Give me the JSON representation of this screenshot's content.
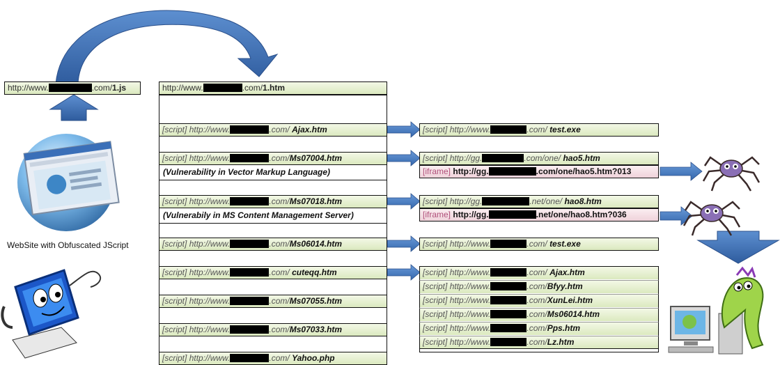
{
  "top_left_url": {
    "prefix": "http://www.",
    "suffix": ".com/",
    "file": "1.js"
  },
  "top_main_url": {
    "prefix": "http://www.",
    "suffix": ".com/",
    "file": "1.htm"
  },
  "website_caption": "WebSite with Obfuscated JScript",
  "left_scripts": [
    {
      "tag": "[script]",
      "prefix": "http://www.",
      "suffix": ".com/",
      "file": "Ajax.htm"
    },
    {
      "tag": "[script]",
      "prefix": "http://www.",
      "suffix": ".com/",
      "file": "Ms07004.htm",
      "note": "(Vulnerability in Vector Markup Language)"
    },
    {
      "tag": "[script]",
      "prefix": "http://www.",
      "suffix": ".com/",
      "file": "Ms07018.htm",
      "note": "(Vulnerabily in MS Content Management Server)"
    },
    {
      "tag": "[script]",
      "prefix": "http://www.",
      "suffix": ".com/",
      "file": "Ms06014.htm"
    },
    {
      "tag": "[script]",
      "prefix": "http://www.",
      "suffix": ".com/",
      "file": "cuteqq.htm"
    },
    {
      "tag": "[script]",
      "prefix": "http://www.",
      "suffix": ".com/",
      "file": "Ms07055.htm"
    },
    {
      "tag": "[script]",
      "prefix": "http://www.",
      "suffix": ".com/",
      "file": "Ms07033.htm"
    },
    {
      "tag": "[script]",
      "prefix": "http://www.",
      "suffix": ".com/",
      "file": "Yahoo.php"
    }
  ],
  "right_group_1": [
    {
      "tag": "[script]",
      "prefix": "http://www.",
      "suffix": ".com/",
      "file": "test.exe"
    }
  ],
  "right_group_2": [
    {
      "tag": "[script]",
      "prefix": "http://gg.",
      "suffix": ".com/one/",
      "file": "hao5.htm"
    },
    {
      "tag": "[iframe]",
      "prefix": "http://gg.",
      "suffix": ".com/one/hao5.htm?013"
    }
  ],
  "right_group_3": [
    {
      "tag": "[script]",
      "prefix": "http://gg.",
      "suffix": ".net/one/",
      "file": "hao8.htm"
    },
    {
      "tag": "[iframe]",
      "prefix": "http://gg.",
      "suffix": ".net/one/hao8.htm?036"
    }
  ],
  "right_group_4": [
    {
      "tag": "[script]",
      "prefix": "http://www.",
      "suffix": ".com/",
      "file": "test.exe"
    }
  ],
  "right_group_5": [
    {
      "tag": "[script]",
      "prefix": "http://www.",
      "suffix": ".com/",
      "file": "Ajax.htm"
    },
    {
      "tag": "[script]",
      "prefix": "http://www.",
      "suffix": ".com/",
      "file": "Bfyy.htm"
    },
    {
      "tag": "[script]",
      "prefix": "http://www.",
      "suffix": ".com/",
      "file": "XunLei.htm"
    },
    {
      "tag": "[script]",
      "prefix": "http://www.",
      "suffix": ".com/",
      "file": "Ms06014.htm"
    },
    {
      "tag": "[script]",
      "prefix": "http://www.",
      "suffix": ".com/",
      "file": "Pps.htm"
    },
    {
      "tag": "[script]",
      "prefix": "http://www.",
      "suffix": ".com/",
      "file": "Lz.htm"
    }
  ],
  "colors": {
    "arrow": "#3f6fb3",
    "arrow_dark": "#2a4f8a",
    "box_green": "#dbe9bf",
    "box_pink": "#efd2da",
    "redaction": "#000000"
  },
  "icons": [
    "browser-globe-icon",
    "computer-mascot-icon",
    "spider-icon",
    "infected-pc-worm-icon"
  ]
}
